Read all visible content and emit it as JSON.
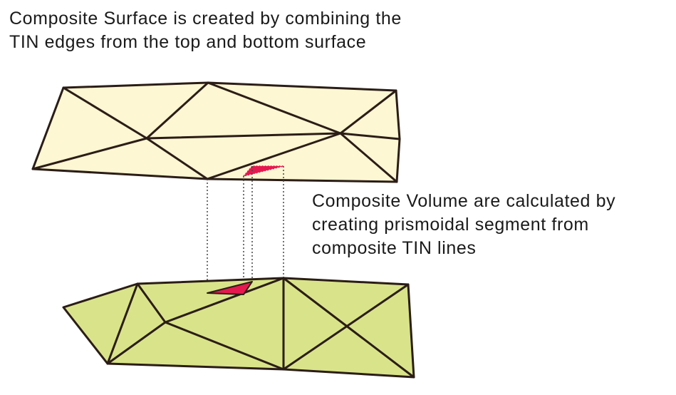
{
  "captions": {
    "top": {
      "line1": "Composite Surface is created by combining the",
      "line2": "TIN edges from the top and bottom surface"
    },
    "volume": {
      "line1": "Composite Volume are calculated by",
      "line2": "creating prismoidal segment from",
      "line3": "composite TIN lines"
    }
  },
  "colors": {
    "top_surface_fill": "#fdf7d3",
    "bottom_surface_fill": "#d9e48a",
    "edge_stroke": "#2b1d16",
    "highlight_fill": "#e5194f",
    "projection_line": "#444444"
  }
}
